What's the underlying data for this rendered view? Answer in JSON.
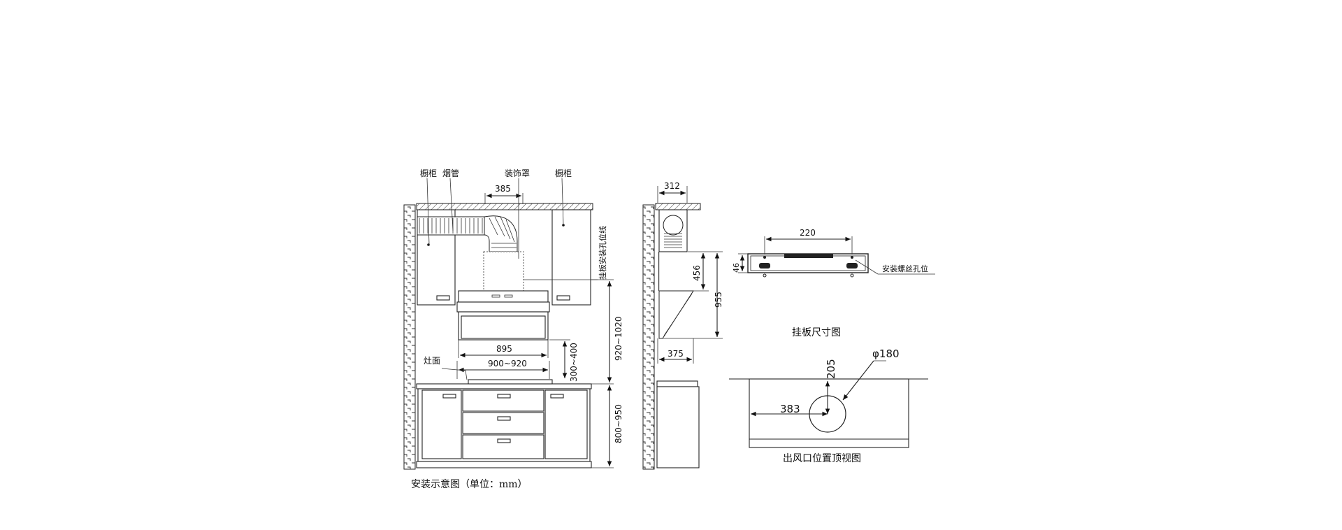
{
  "front_view": {
    "labels": {
      "cabinet_left": "橱柜",
      "smoke_pipe": "烟管",
      "decor_cover": "装饰罩",
      "cabinet_right": "橱柜",
      "stovetop": "灶面",
      "wall_plate_line": "挂板安装孔位线"
    },
    "dims": {
      "d385": "385",
      "d895": "895",
      "d900_920": "900~920",
      "d300_400": "300~400",
      "d920_1020": "920~1020",
      "d800_950": "800~950"
    },
    "caption": "安装示意图（单位：mm）"
  },
  "side_view": {
    "dims": {
      "d312": "312",
      "d456": "456",
      "d955": "955",
      "d375": "375"
    }
  },
  "wall_plate": {
    "dims": {
      "d220": "220",
      "d46": "46"
    },
    "hole_label": "安装螺丝孔位",
    "caption": "挂板尺寸图"
  },
  "outlet_top": {
    "dims": {
      "phi": "φ180",
      "d205": "205",
      "d383": "383"
    },
    "caption": "出风口位置顶视图"
  }
}
